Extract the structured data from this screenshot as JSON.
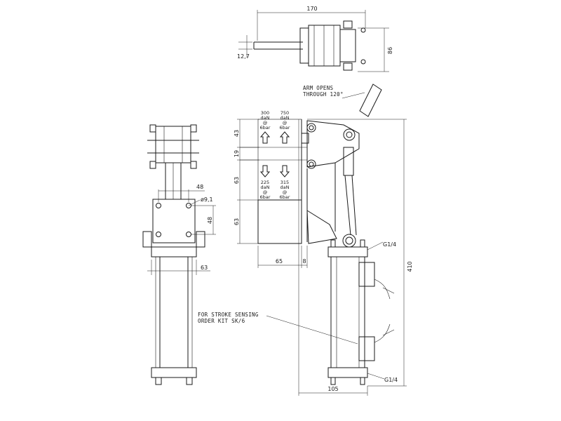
{
  "drawing": {
    "top_view": {
      "dim_length": "170",
      "dim_height": "86",
      "dim_rod": "12,7"
    },
    "side_view": {
      "dim_43": "43",
      "dim_19": "19",
      "dim_63_upper": "63",
      "dim_63_lower": "63",
      "dim_65": "65",
      "dim_8": "8",
      "dim_410": "410",
      "dim_105": "105",
      "force_open_a": [
        "300",
        "daN",
        "@",
        "6bar"
      ],
      "force_open_b": [
        "750",
        "daN",
        "@",
        "6bar"
      ],
      "force_close_a": [
        "225",
        "daN",
        "@",
        "6bar"
      ],
      "force_close_b": [
        "315",
        "daN",
        "@",
        "6bar"
      ],
      "port_top": "G1/4",
      "port_bottom": "G1/4",
      "arm_note": [
        "ARM OPENS",
        "THROUGH 120°"
      ],
      "sensor_note": [
        "FOR STROKE SENSING",
        "ORDER KIT SK/6"
      ]
    },
    "front_view": {
      "dim_48_top": "48",
      "dim_hole": "ø9,1",
      "dim_48_side": "48",
      "dim_63": "63"
    }
  }
}
